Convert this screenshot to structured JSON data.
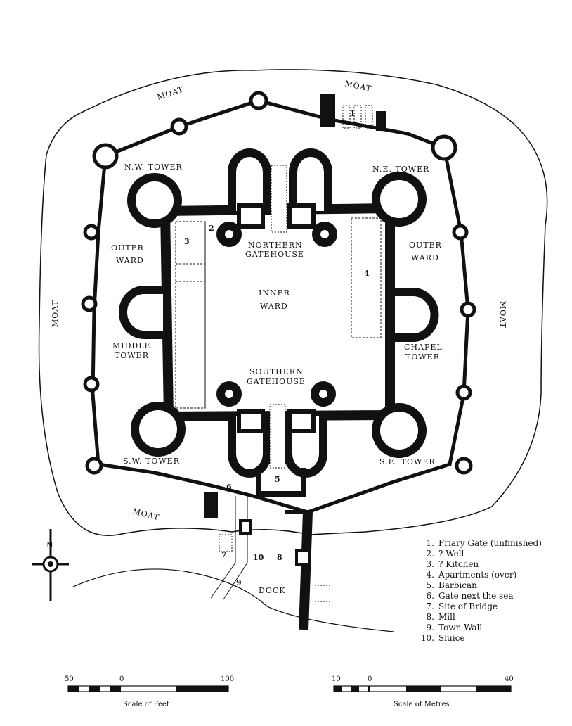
{
  "labels": {
    "moat_top_left": "MOAT",
    "moat_top_right": "MOAT",
    "moat_left": "MOAT",
    "moat_right": "MOAT",
    "moat_bottom": "MOAT",
    "nw_tower": "N.W. TOWER",
    "ne_tower": "N.E. TOWER",
    "sw_tower": "S.W. TOWER",
    "se_tower": "S.E. TOWER",
    "outer_ward": "OUTER",
    "outer_ward_2": "WARD",
    "inner_ward": "INNER",
    "inner_ward_2": "WARD",
    "northern_gatehouse": "NORTHERN",
    "northern_gatehouse_2": "GATEHOUSE",
    "southern_gatehouse": "SOUTHERN",
    "southern_gatehouse_2": "GATEHOUSE",
    "middle_tower": "MIDDLE",
    "middle_tower_2": "TOWER",
    "chapel_tower": "CHAPEL",
    "chapel_tower_2": "TOWER",
    "dock": "DOCK",
    "north_letter": "N"
  },
  "numbers": {
    "n1": "1",
    "n2": "2",
    "n3": "3",
    "n4": "4",
    "n5": "5",
    "n6": "6",
    "n7": "7",
    "n8": "8",
    "n9": "9",
    "n10": "10"
  },
  "legend": [
    {
      "num": "1.",
      "text": "Friary Gate (unfinished)"
    },
    {
      "num": "2.",
      "text": "? Well"
    },
    {
      "num": "3.",
      "text": "? Kitchen"
    },
    {
      "num": "4.",
      "text": "Apartments (over)"
    },
    {
      "num": "5.",
      "text": "Barbican"
    },
    {
      "num": "6.",
      "text": "Gate next the sea"
    },
    {
      "num": "7.",
      "text": "Site of Bridge"
    },
    {
      "num": "8.",
      "text": "Mill"
    },
    {
      "num": "9.",
      "text": "Town Wall"
    },
    {
      "num": "10.",
      "text": "Sluice"
    }
  ],
  "scale_feet": {
    "left": "50",
    "zero": "0",
    "right": "100",
    "caption": "Scale of Feet"
  },
  "scale_metres": {
    "left": "10",
    "zero": "0",
    "right": "40",
    "caption": "Scale of Metres"
  }
}
